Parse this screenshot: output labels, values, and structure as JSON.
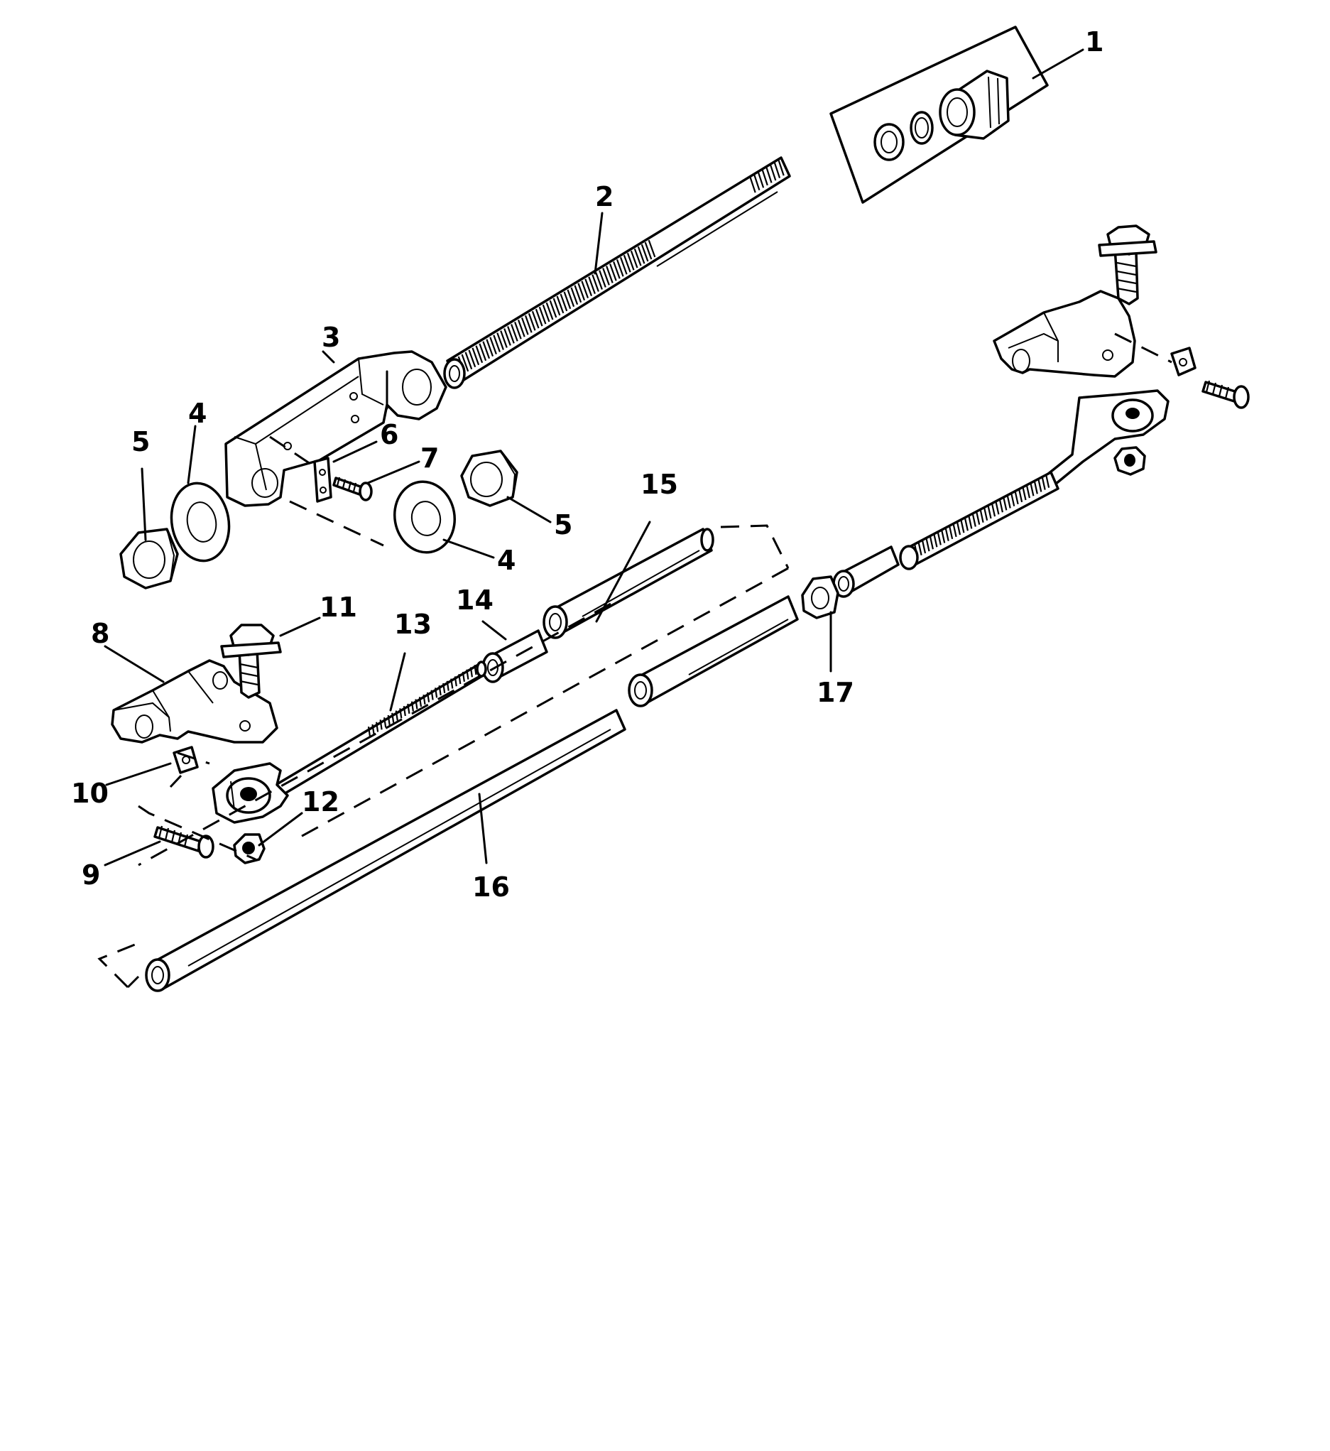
{
  "callouts": {
    "c1": "1",
    "c2": "2",
    "c3": "3",
    "c4a": "4",
    "c4b": "4",
    "c5a": "5",
    "c5b": "5",
    "c6": "6",
    "c7": "7",
    "c8": "8",
    "c9": "9",
    "c10": "10",
    "c11": "11",
    "c12": "12",
    "c13": "13",
    "c14": "14",
    "c15": "15",
    "c16": "16",
    "c17": "17"
  }
}
